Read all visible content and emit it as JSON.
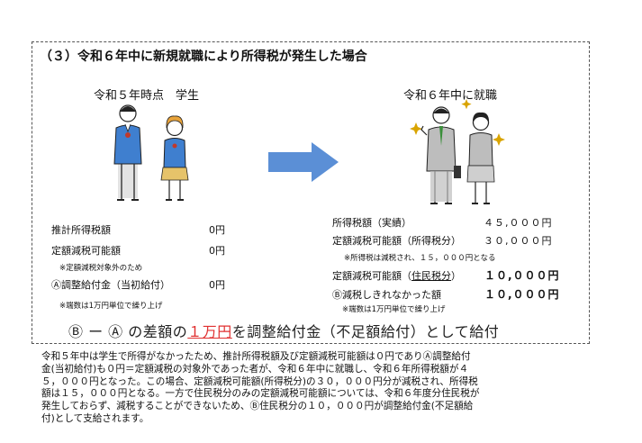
{
  "heading": "（３）令和６年中に新規就職により所得税が発生した場合",
  "left": {
    "caption": "令和５年時点　学生",
    "rows": [
      {
        "label": "推計所得税額",
        "value": "0円"
      },
      {
        "label": "定額減税可能額",
        "value": "0円"
      }
    ],
    "note_exempt": "※定額減税対象外のため",
    "adjust_label": "Ⓐ調整給付金（当初給付）",
    "adjust_value": "0円",
    "note_round": "※端数は1万円単位で繰り上げ"
  },
  "right": {
    "caption": "令和６年中に就職",
    "rows": [
      {
        "label": "所得税額（実績）",
        "value": "４５,０００円"
      },
      {
        "label": "定額減税可能額（所得税分）",
        "value": "３０,０００円"
      }
    ],
    "note_reduced": "※所得税は減税され、１５，０００円となる",
    "resident_label_pre": "定額減税可能額（",
    "resident_label_u": "住民税分",
    "resident_label_post": "）",
    "resident_value": "１０,０００円",
    "unpaid_label": "Ⓑ減税しきれなかった額",
    "unpaid_value": "１０,０００円",
    "note_round": "※端数は1万円単位で繰り上げ"
  },
  "summary": {
    "pre": "Ⓑ ー Ⓐ の差額の",
    "amount": "１万円",
    "post": "を調整給付金（不足額給付）として給付"
  },
  "paragraph": [
    "令和５年中は学生で所得がなかったため、推計所得税額及び定額減税可能額は０円でありⒶ調整給付",
    "金(当初給付)も０円＝定額減税の対象外であった者が、令和６年中に就職し、令和６年所得税額が４",
    "５，０００円となった。この場合、定額減税可能額(所得税分)の３０，０００円分が減税され、所得税",
    "額は１５，０００円となる。一方で住民税分のみの定額減税可能額については、令和６年度分住民税が",
    "発生しておらず、減税することができないため、Ⓑ住民税分の１０，０００円が調整給付金(不足額給",
    "付)として支給されます。"
  ],
  "colors": {
    "arrow": "#5b8fd6",
    "accent_red": "#e03030",
    "student_blazer": "#3f7fcf",
    "suit": "#bdbdbd"
  }
}
